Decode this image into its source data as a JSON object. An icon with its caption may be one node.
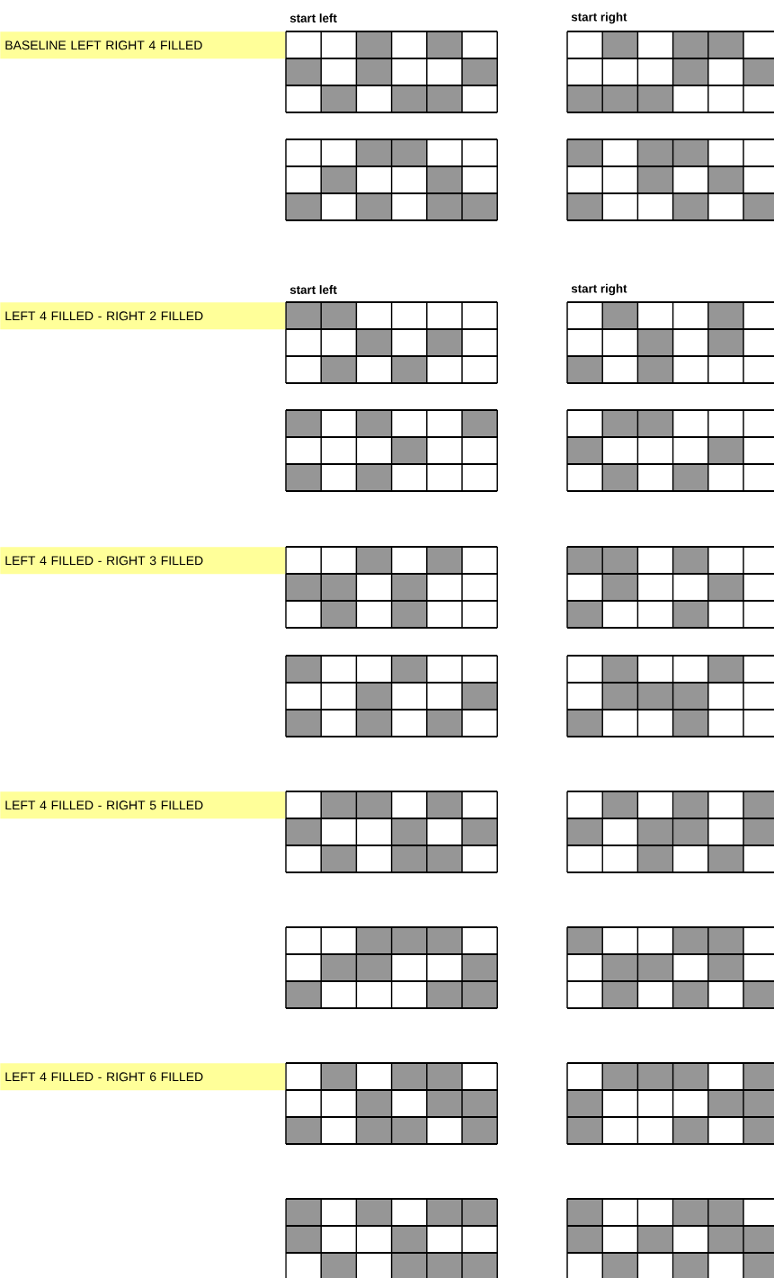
{
  "diagram": {
    "nodes": [
      {
        "text": [
          "BASELINE LEFT RIGHT 4 FILLED"
        ]
      },
      {
        "text": [
          "LEFT 4 FILLED - RIGHT 2 FILLED"
        ]
      },
      {
        "text": [
          "LEFT 4 FILLED - RIGHT 3 FILLED"
        ]
      },
      {
        "text": [
          "LEFT 4 FILLED - RIGHT 5 FILLED"
        ]
      },
      {
        "text": [
          "LEFT 4 FILLED - RIGHT 6 FILLED"
        ]
      }
    ],
    "labels": [
      "start left",
      "start right",
      "start left",
      "start right"
    ]
  }
}
